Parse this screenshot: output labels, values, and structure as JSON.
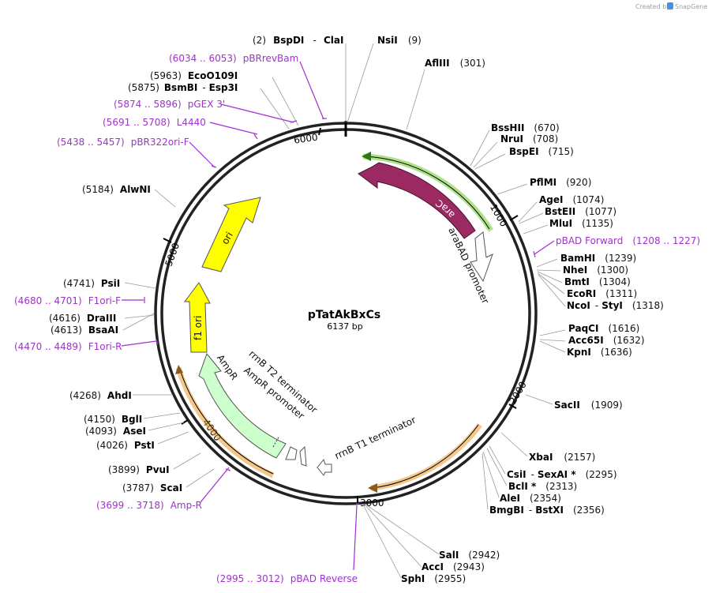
{
  "header": {
    "created_by": "Created by",
    "brand": "SnapGene"
  },
  "plasmid": {
    "name": "pTatAkBxCs",
    "length_label": "6137 bp"
  },
  "ticks": [
    "1000",
    "2000",
    "3000",
    "4000",
    "5000",
    "6000"
  ],
  "features": {
    "araC": "araC",
    "araBAD_promoter": "araBAD promoter",
    "ori": "ori",
    "f1_ori": "f1 ori",
    "AmpR": "AmpR",
    "AmpR_promoter": "AmpR promoter",
    "rrnB_T2": "rrnB T2 terminator",
    "rrnB_T1": "rrnB T1 terminator"
  },
  "enzymes": {
    "nsil": {
      "name": "NsiI",
      "pos": "(9)"
    },
    "bspdi": {
      "pos": "(2)",
      "name": "BspDI",
      "dash": "-",
      "name2": "ClaI"
    },
    "aflIII": {
      "name": "AflIII",
      "pos": "(301)"
    },
    "bsshII": {
      "name": "BssHII",
      "pos": "(670)"
    },
    "nrui": {
      "name": "NruI",
      "pos": "(708)"
    },
    "bspei": {
      "name": "BspEI",
      "pos": "(715)"
    },
    "pflmi": {
      "name": "PflMI",
      "pos": "(920)"
    },
    "agei": {
      "name": "AgeI",
      "pos": "(1074)"
    },
    "bsteii": {
      "name": "BstEII",
      "pos": "(1077)"
    },
    "mlui": {
      "name": "MluI",
      "pos": "(1135)"
    },
    "bamhi": {
      "name": "BamHI",
      "pos": "(1239)"
    },
    "nhei": {
      "name": "NheI",
      "pos": "(1300)"
    },
    "bmti": {
      "name": "BmtI",
      "pos": "(1304)"
    },
    "ecori": {
      "name": "EcoRI",
      "pos": "(1311)"
    },
    "ncoi": {
      "name": "NcoI",
      "dash": "-",
      "name2": "StyI",
      "pos": "(1318)"
    },
    "paqci": {
      "name": "PaqCI",
      "pos": "(1616)"
    },
    "acc65i": {
      "name": "Acc65I",
      "pos": "(1632)"
    },
    "kpni": {
      "name": "KpnI",
      "pos": "(1636)"
    },
    "sacii": {
      "name": "SacII",
      "pos": "(1909)"
    },
    "xbai": {
      "name": "XbaI",
      "pos": "(2157)"
    },
    "csii": {
      "name": "CsiI",
      "dash": "-",
      "name2": "SexAI *",
      "pos": "(2295)"
    },
    "bcli": {
      "name": "BclI *",
      "pos": "(2313)"
    },
    "alei": {
      "name": "AleI",
      "pos": "(2354)"
    },
    "bmgbi": {
      "name": "BmgBI",
      "dash": "-",
      "name2": "BstXI",
      "pos": "(2356)"
    },
    "sali": {
      "name": "SalI",
      "pos": "(2942)"
    },
    "acci": {
      "name": "AccI",
      "pos": "(2943)"
    },
    "sphi": {
      "name": "SphI",
      "pos": "(2955)"
    },
    "scai": {
      "pos": "(3787)",
      "name": "ScaI"
    },
    "pvui": {
      "pos": "(3899)",
      "name": "PvuI"
    },
    "psti": {
      "pos": "(4026)",
      "name": "PstI"
    },
    "asei": {
      "pos": "(4093)",
      "name": "AseI"
    },
    "bgli": {
      "pos": "(4150)",
      "name": "BglI"
    },
    "ahdi": {
      "pos": "(4268)",
      "name": "AhdI"
    },
    "bsaai": {
      "pos": "(4613)",
      "name": "BsaAI"
    },
    "draiii": {
      "pos": "(4616)",
      "name": "DraIII"
    },
    "psii": {
      "pos": "(4741)",
      "name": "PsiI"
    },
    "alwni": {
      "pos": "(5184)",
      "name": "AlwNI"
    },
    "bsmbi": {
      "pos": "(5875)",
      "name": "BsmBI",
      "dash": "-",
      "name2": "Esp3I"
    },
    "ecoo109i": {
      "pos": "(5963)",
      "name": "EcoO109I"
    }
  },
  "primers": {
    "pbrrevbam": {
      "range": "(6034 .. 6053)",
      "name": "pBRrevBam"
    },
    "pgex3": {
      "range": "(5874 .. 5896)",
      "name": "pGEX 3'"
    },
    "l4440": {
      "range": "(5691 .. 5708)",
      "name": "L4440"
    },
    "pbr322ori": {
      "range": "(5438 .. 5457)",
      "name": "pBR322ori-F"
    },
    "pbad_fwd": {
      "name": "pBAD Forward",
      "range": "(1208 .. 1227)"
    },
    "f1ori_f": {
      "range": "(4680 .. 4701)",
      "name": "F1ori-F"
    },
    "f1ori_r": {
      "range": "(4470 .. 4489)",
      "name": "F1ori-R"
    },
    "amp_r": {
      "range": "(3699 .. 3718)",
      "name": "Amp-R"
    },
    "pbad_rev": {
      "range": "(2995 .. 3012)",
      "name": "pBAD Reverse"
    }
  },
  "colors": {
    "backbone": "#222222",
    "primer": "#a22fd0",
    "araC": "#9b2a62",
    "araC_highlight": "#6ccb2a",
    "ori": "#ffff00",
    "ampr": "#ccffcc",
    "terminator_highlight": "#e99b2e",
    "terminator_arrow": "#8a5a1a"
  }
}
